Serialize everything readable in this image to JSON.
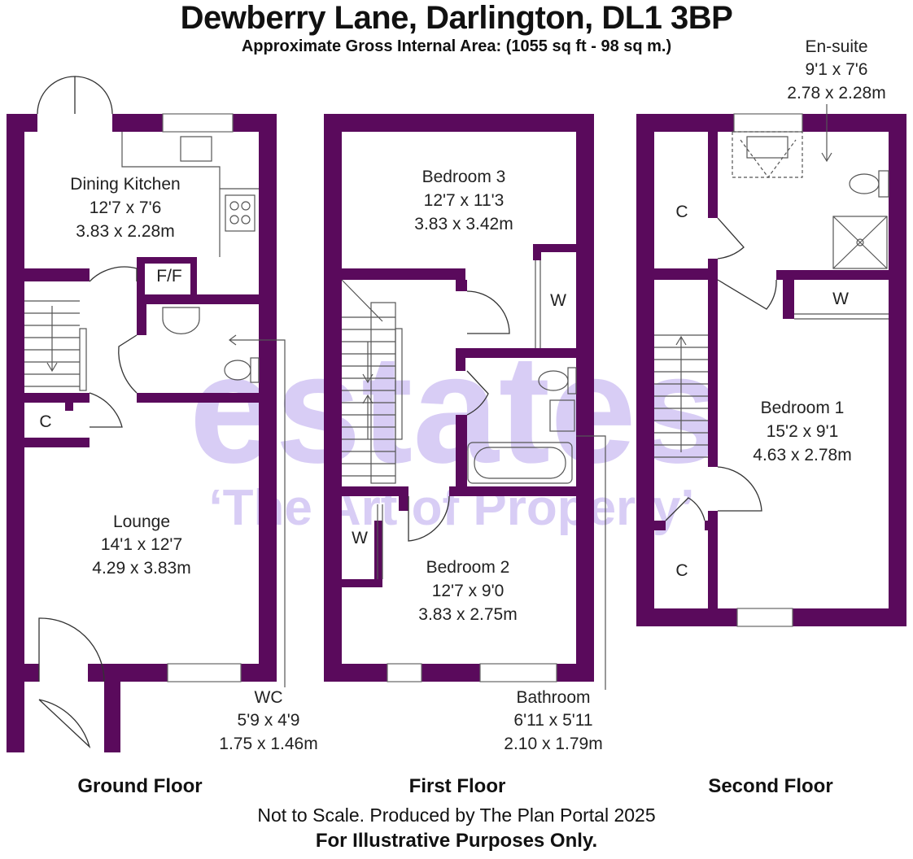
{
  "header": {
    "title": "Dewberry Lane, Darlington, DL1 3BP",
    "subtitle": "Approximate Gross Internal Area: (1055 sq ft - 98 sq m.)"
  },
  "watermark": {
    "brand": "estates",
    "tagline": "‘The Art of Property’"
  },
  "colors": {
    "wall": "#5a0a5c",
    "watermark": "#b9a6ee"
  },
  "floors": {
    "ground": {
      "name": "Ground Floor",
      "rooms": {
        "dining_kitchen": {
          "name": "Dining Kitchen",
          "imperial": "12'7 x 7'6",
          "metric": "3.83 x 2.28m"
        },
        "ff": {
          "name": "F/F"
        },
        "cupboard": {
          "name": "C"
        },
        "lounge": {
          "name": "Lounge",
          "imperial": "14'1 x 12'7",
          "metric": "4.29 x 3.83m"
        },
        "wc": {
          "name": "WC",
          "imperial": "5'9 x 4'9",
          "metric": "1.75 x 1.46m"
        }
      }
    },
    "first": {
      "name": "First Floor",
      "rooms": {
        "bedroom3": {
          "name": "Bedroom 3",
          "imperial": "12'7 x 11'3",
          "metric": "3.83 x 3.42m"
        },
        "wardrobe_a": {
          "name": "W"
        },
        "wardrobe_b": {
          "name": "W"
        },
        "bedroom2": {
          "name": "Bedroom 2",
          "imperial": "12'7 x 9'0",
          "metric": "3.83 x 2.75m"
        },
        "bathroom": {
          "name": "Bathroom",
          "imperial": "6'11 x 5'11",
          "metric": "2.10 x 1.79m"
        }
      }
    },
    "second": {
      "name": "Second Floor",
      "rooms": {
        "ensuite": {
          "name": "En-suite",
          "imperial": "9'1 x 7'6",
          "metric": "2.78 x 2.28m"
        },
        "cupboard_a": {
          "name": "C"
        },
        "cupboard_b": {
          "name": "C"
        },
        "wardrobe": {
          "name": "W"
        },
        "bedroom1": {
          "name": "Bedroom 1",
          "imperial": "15'2 x 9'1",
          "metric": "4.63 x 2.78m"
        }
      }
    }
  },
  "footer": {
    "note": "Not to Scale. Produced by The Plan Portal 2025",
    "disclaimer": "For Illustrative Purposes Only."
  }
}
